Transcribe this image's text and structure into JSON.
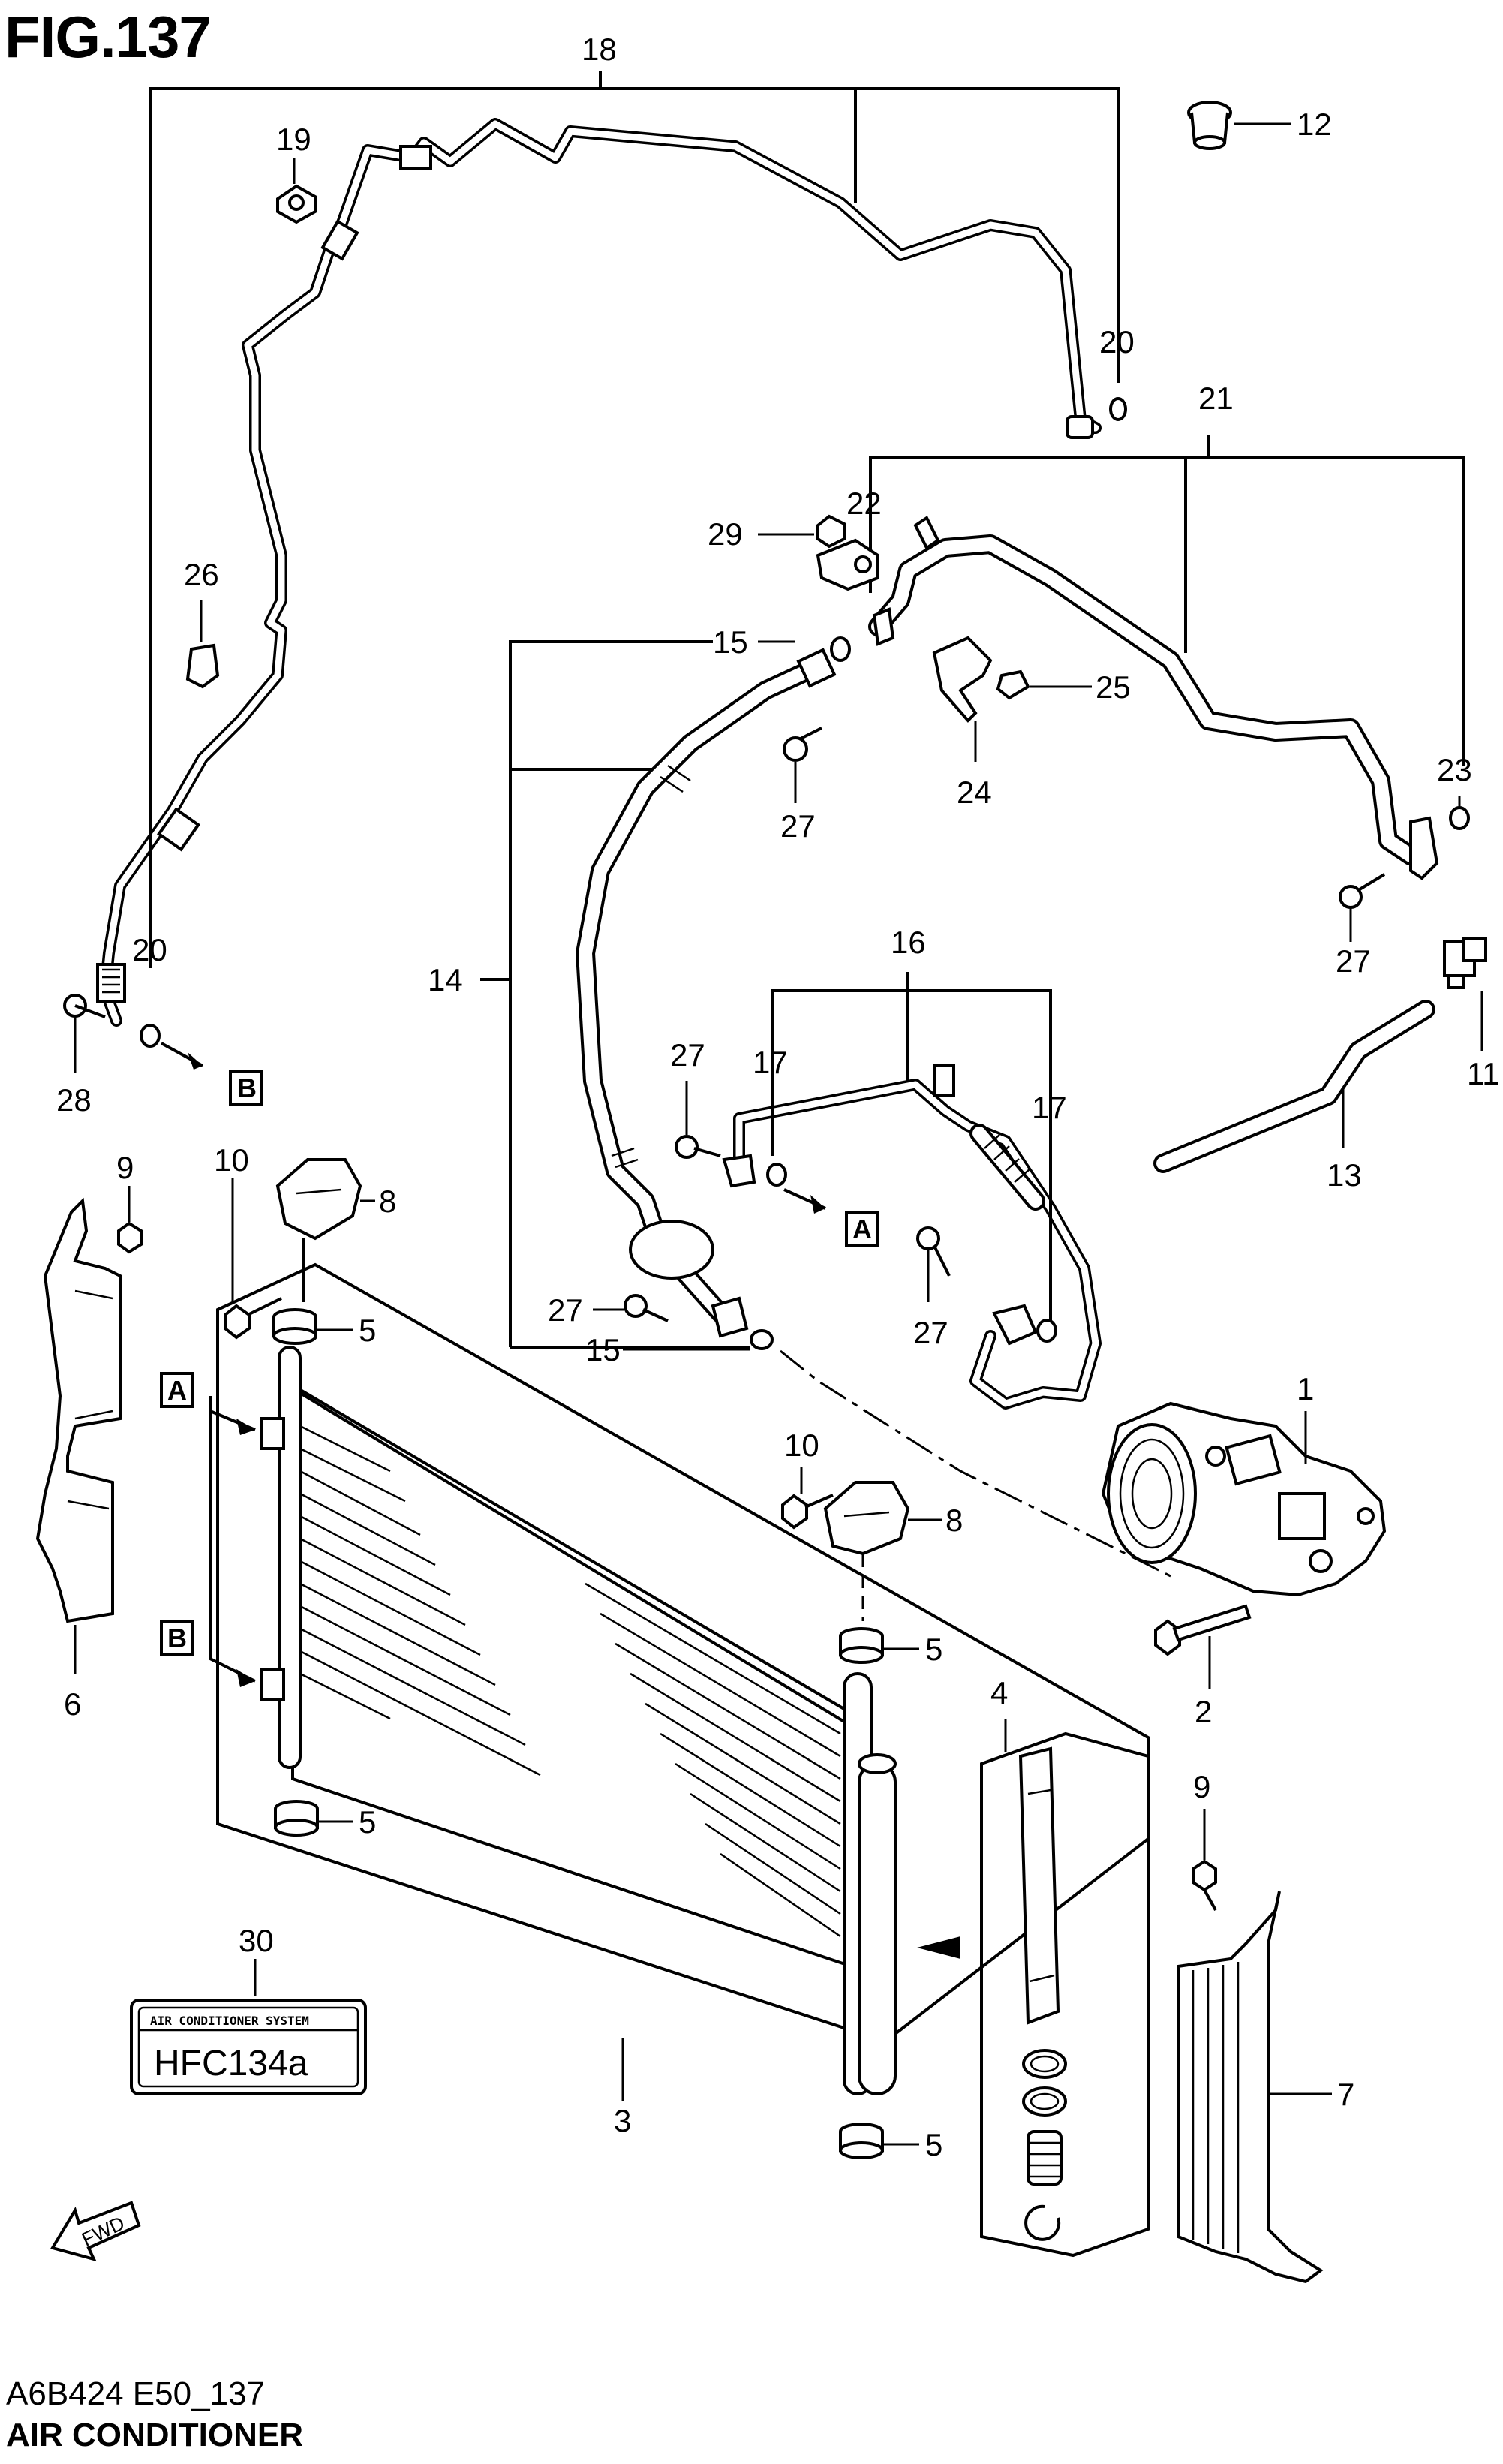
{
  "figure": {
    "title": "FIG.137",
    "code": "A6B424 E50_137",
    "name": "AIR CONDITIONER"
  },
  "callouts": {
    "c1": "1",
    "c2": "2",
    "c3": "3",
    "c4": "4",
    "c5a": "5",
    "c5b": "5",
    "c5c": "5",
    "c5d": "5",
    "c6": "6",
    "c7": "7",
    "c8a": "8",
    "c8b": "8",
    "c9a": "9",
    "c9b": "9",
    "c10a": "10",
    "c10b": "10",
    "c11": "11",
    "c12": "12",
    "c13": "13",
    "c14": "14",
    "c15a": "15",
    "c15b": "15",
    "c16": "16",
    "c17a": "17",
    "c17b": "17",
    "c18": "18",
    "c19": "19",
    "c20a": "20",
    "c20b": "20",
    "c21": "21",
    "c22": "22",
    "c23": "23",
    "c24": "24",
    "c25": "25",
    "c26": "26",
    "c27a": "27",
    "c27b": "27",
    "c27c": "27",
    "c27d": "27",
    "c27e": "27",
    "c28": "28",
    "c29": "29",
    "c30": "30"
  },
  "reference_boxes": {
    "a_left": "A",
    "a_mid": "A",
    "b_left": "B",
    "b_right": "B"
  },
  "label_30": {
    "line1": "AIR CONDITIONER SYSTEM",
    "line2": "HFC134a"
  },
  "fwd_arrow": "FWD",
  "icons": [
    "fwd-arrow-icon",
    "reference-arrow-icon"
  ]
}
